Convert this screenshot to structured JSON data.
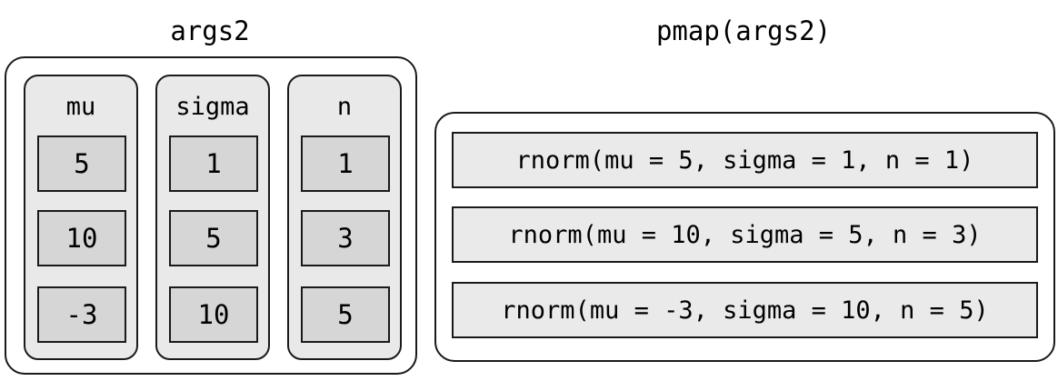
{
  "figure": {
    "left_title": "args2",
    "right_title": "pmap(args2)"
  },
  "args_table": {
    "columns": [
      {
        "name": "mu",
        "values": [
          "5",
          "10",
          "-3"
        ]
      },
      {
        "name": "sigma",
        "values": [
          "1",
          "5",
          "10"
        ]
      },
      {
        "name": "n",
        "values": [
          "1",
          "3",
          "5"
        ]
      }
    ]
  },
  "pmap_results": {
    "rows": [
      "rnorm(mu = 5, sigma = 1, n = 1)",
      "rnorm(mu = 10, sigma = 5, n = 3)",
      "rnorm(mu = -3, sigma = 10, n = 5)"
    ]
  },
  "colors": {
    "stroke": "#1a1a1a",
    "column_fill": "#e9e9e9",
    "cell_fill": "#d6d6d6",
    "row_fill": "#eaeaea",
    "page_background": "#ffffff",
    "text": "#000000"
  }
}
